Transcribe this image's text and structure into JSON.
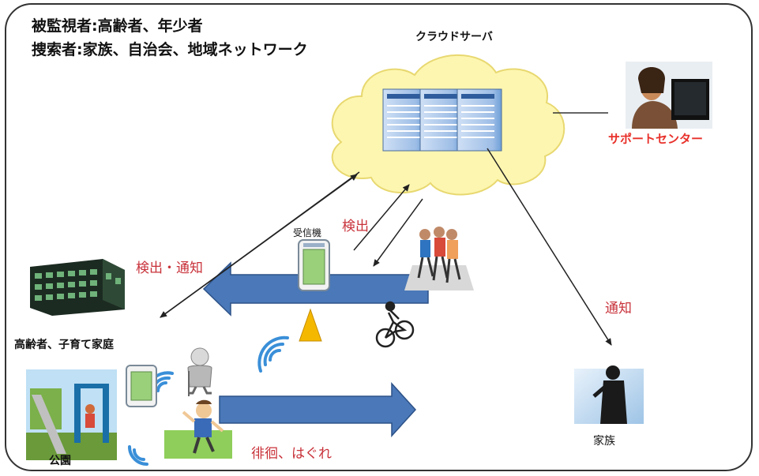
{
  "header": {
    "monitored": "被監視者:高齢者、年少者",
    "searchers": "捜索者:家族、自治会、地域ネットワーク"
  },
  "labels": {
    "cloud_server": "クラウドサーバ",
    "support_center": "サポートセンター",
    "receiver": "受信機",
    "detect": "検出",
    "detect_notify": "検出・通知",
    "notify": "通知",
    "household": "高齢者、子育て家庭",
    "park": "公園",
    "wander": "徘徊、はぐれ",
    "family": "家族"
  },
  "colors": {
    "red_label": "#c8323a",
    "arrow_blue": "#4a78b8",
    "cloud_fill": "#fdf6b0",
    "server_blue": "#5b8cc9",
    "receiver_green": "#9ad07a",
    "cone_orange": "#f5b800",
    "wave_blue": "#3a8fd8"
  },
  "icons": [
    "cloud-icon",
    "server-icon",
    "operator-icon",
    "building-icon",
    "receiver-icon",
    "cone-icon",
    "runners-icon",
    "cyclist-icon",
    "park-icon",
    "elderly-icon",
    "child-icon",
    "businessman-icon",
    "signal-wave-icon",
    "block-arrow-icon"
  ]
}
